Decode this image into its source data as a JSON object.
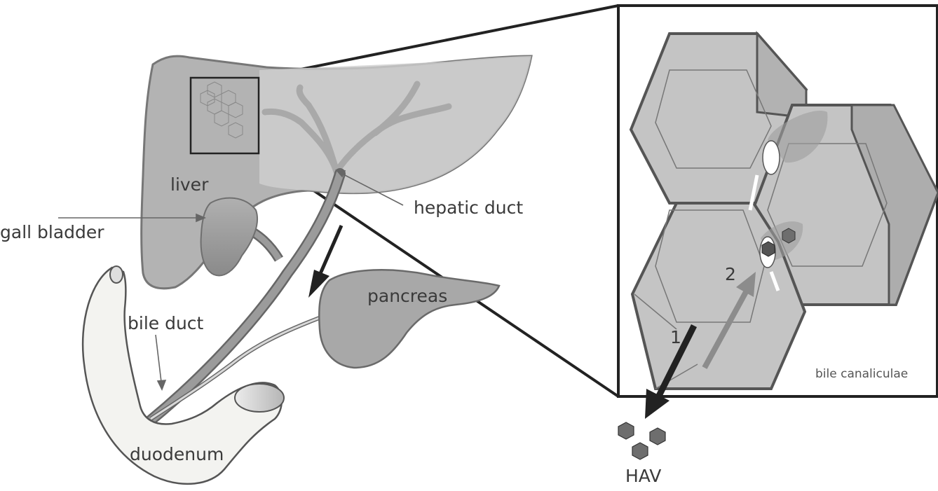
{
  "labels": {
    "liver": "liver",
    "gall_bladder": "gall bladder",
    "hepatic_duct": "hepatic duct",
    "pancreas": "pancreas",
    "bile_duct": "bile duct",
    "duodenum": "duodenum",
    "bile_canaliculae": "bile canaliculae",
    "hav": "HAV",
    "step_1": "1",
    "step_2": "2"
  },
  "colors": {
    "organ_fill": "#bdbdbd",
    "organ_dark": "#9a9a9a",
    "outline": "#555555",
    "cell_fill": "#c8c8c8",
    "cell_edge": "#5a5a5a",
    "arrow_dark": "#222222",
    "arrow_light": "#8c8c8c",
    "virion": "#6e6e6e"
  }
}
